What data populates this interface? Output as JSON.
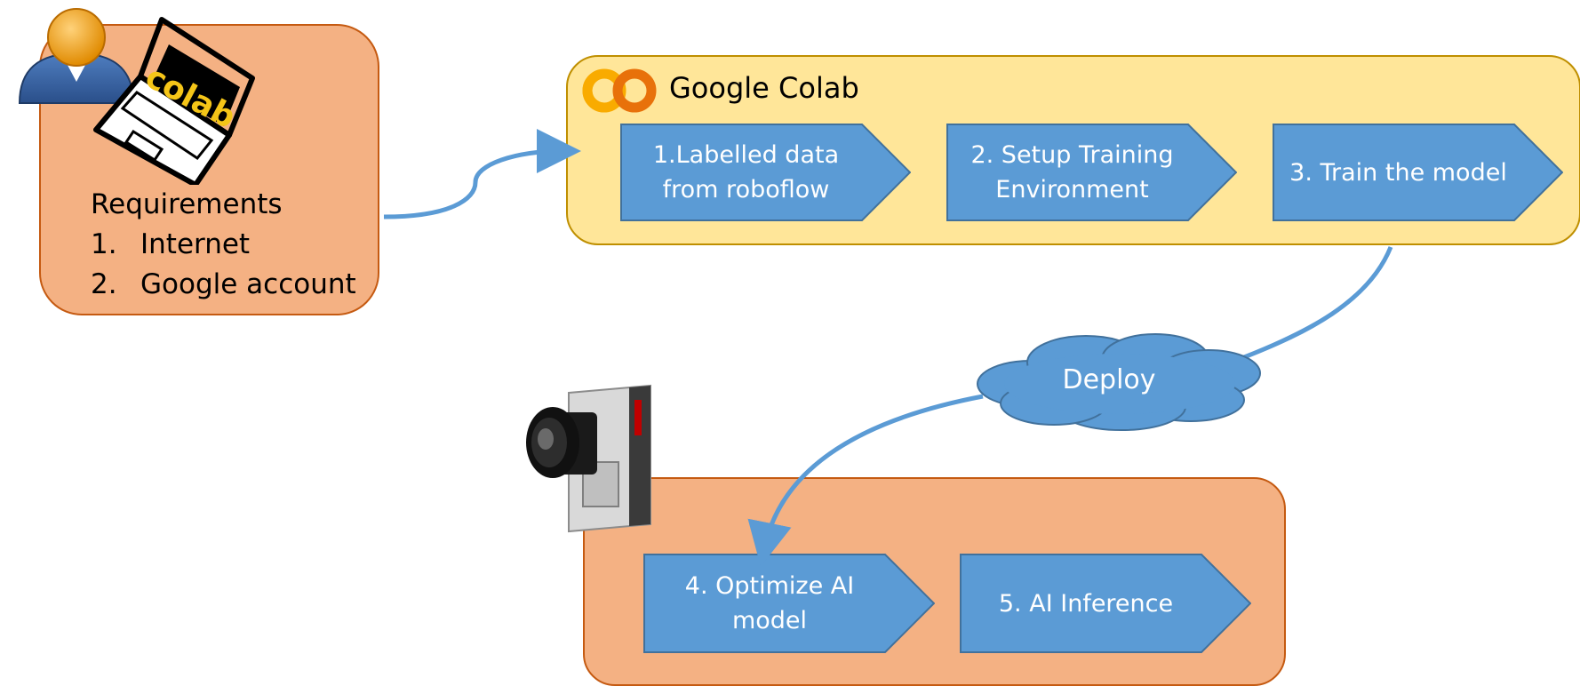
{
  "requirements": {
    "heading": "Requirements",
    "items": [
      {
        "num": "1.",
        "text": "Internet"
      },
      {
        "num": "2.",
        "text": "Google account"
      }
    ]
  },
  "colab_logo_text": "colab",
  "colab_group": {
    "title": "Google Colab",
    "steps": [
      {
        "lines": [
          "1.Labelled data",
          "from roboflow"
        ]
      },
      {
        "lines": [
          "2. Setup Training",
          "Environment"
        ]
      },
      {
        "lines": [
          "3. Train the model"
        ]
      }
    ]
  },
  "cloud": {
    "label": "Deploy"
  },
  "edge_group": {
    "steps": [
      {
        "lines": [
          "4. Optimize AI",
          "model"
        ]
      },
      {
        "lines": [
          "5. AI Inference"
        ]
      }
    ]
  },
  "colors": {
    "requirements_fill": "#f4b183",
    "colab_fill": "#ffe699",
    "step_fill": "#5b9bd5",
    "step_stroke": "#41719c",
    "connector": "#5b9bd5",
    "colab_logo_orange": "#f9ab00",
    "colab_logo_label": "#f5c518"
  },
  "icons": [
    "user-icon",
    "laptop-icon",
    "colab-logo-icon",
    "camera-device-icon",
    "cloud-icon"
  ]
}
